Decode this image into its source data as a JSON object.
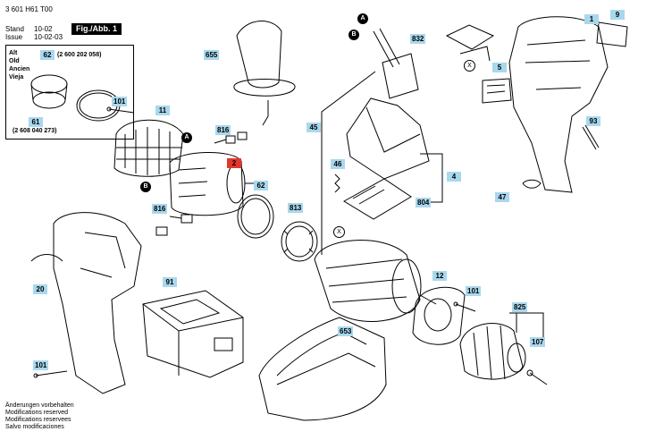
{
  "header": {
    "doc_number": "3 601 H61 T00",
    "stand_label": "Stand",
    "stand_value": "10-02",
    "issue_label": "Issue",
    "issue_value": "10-02-03",
    "figure_label": "Fig./Abb. 1"
  },
  "legend": {
    "labels": [
      "Alt",
      "Old",
      "Ancien",
      "Vieja"
    ],
    "part_top": "62",
    "part_top_number": "(2 600 202 058)",
    "part_bottom": "61",
    "part_bottom_number": "(2 608 040 273)"
  },
  "parts": {
    "p1": "1",
    "p9": "9",
    "p832": "832",
    "p5": "5",
    "p655": "655",
    "p101a": "101",
    "p11": "11",
    "p816a": "816",
    "p2": "2",
    "p62": "62",
    "p45": "45",
    "p46": "46",
    "p93": "93",
    "p4": "4",
    "p804": "804",
    "p47": "47",
    "p816b": "816",
    "p813": "813",
    "p20": "20",
    "p91": "91",
    "p12": "12",
    "p101b": "101",
    "p825": "825",
    "p653": "653",
    "p107": "107",
    "p101c": "101"
  },
  "callouts": {
    "a": "A",
    "b": "B",
    "x": "X"
  },
  "footer": {
    "lines": [
      "Änderungen vorbehalten",
      "Modifications reserved",
      "Modifications reservees",
      "Salvo modificaciones"
    ]
  },
  "colors": {
    "label_bg": "#a9d8ee",
    "highlight": "#e53528"
  }
}
